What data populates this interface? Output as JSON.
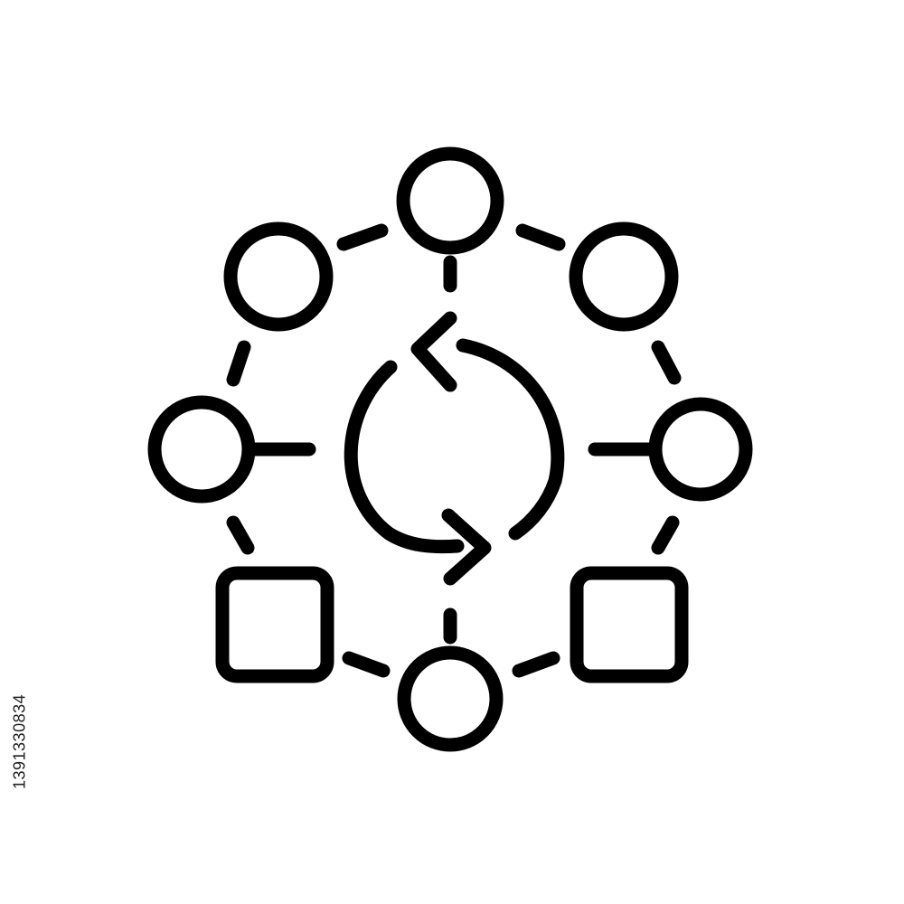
{
  "image": {
    "background_color": "#ffffff",
    "stroke_color": "#000000",
    "stock_id_text": "1391330834"
  },
  "icon": {
    "name": "process-cycle-network-icon",
    "nodes": [
      {
        "name": "node-top-circle",
        "shape": "circle"
      },
      {
        "name": "node-upper-left-circle",
        "shape": "circle"
      },
      {
        "name": "node-upper-right-circle",
        "shape": "circle"
      },
      {
        "name": "node-left-circle",
        "shape": "circle"
      },
      {
        "name": "node-right-circle",
        "shape": "circle"
      },
      {
        "name": "node-bottom-circle",
        "shape": "circle"
      },
      {
        "name": "node-lower-left-square",
        "shape": "square"
      },
      {
        "name": "node-lower-right-square",
        "shape": "square"
      }
    ],
    "center": "refresh-cycle-arrows"
  }
}
